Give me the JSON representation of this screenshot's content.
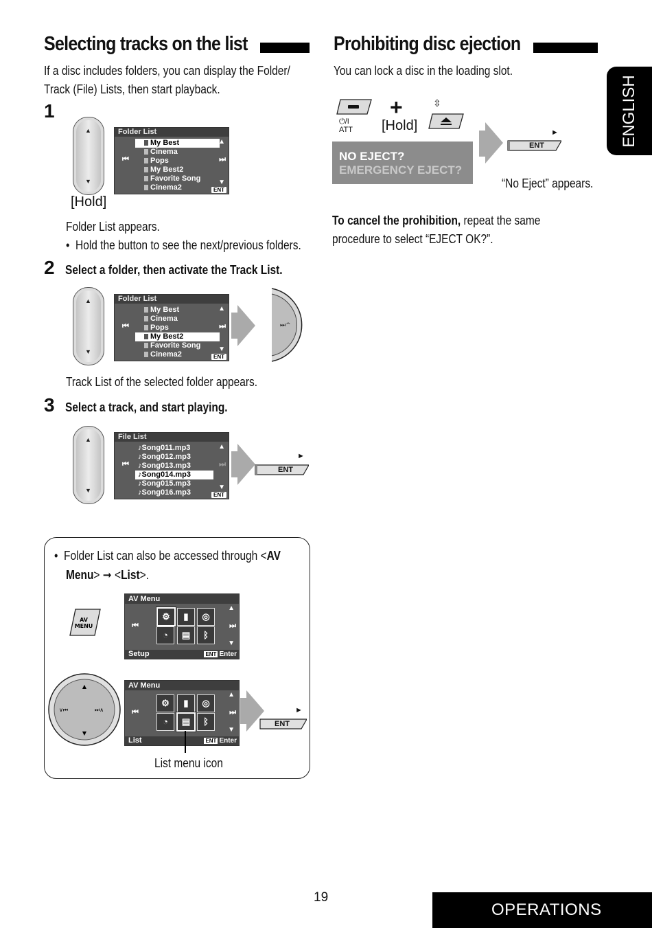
{
  "left": {
    "title": "Selecting tracks on the list",
    "intro_line1": "If a disc includes folders, you can display the Folder/",
    "intro_line2": "Track (File) Lists, then start playback.",
    "step1": {
      "num": "1",
      "hold": "[Hold]",
      "caption": "Folder List appears.",
      "bullet": "Hold the button to see the next/previous folders.",
      "screen": {
        "header": "Folder List",
        "items": [
          "My Best",
          "Cinema",
          "Pops",
          "My Best2",
          "Favorite Song",
          "Cinema2"
        ],
        "ent": "ENT"
      }
    },
    "step2": {
      "num": "2",
      "text": "Select a folder, then activate the Track List.",
      "caption": "Track List of the selected folder appears.",
      "screen": {
        "header": "Folder List",
        "items": [
          "My Best",
          "Cinema",
          "Pops",
          "My Best2",
          "Favorite Song",
          "Cinema2"
        ],
        "ent": "ENT"
      }
    },
    "step3": {
      "num": "3",
      "text": "Select a track, and start playing.",
      "screen": {
        "header": "File List",
        "items": [
          "♪Song011.mp3",
          "♪Song012.mp3",
          "♪Song013.mp3",
          "♪Song014.mp3",
          "♪Song015.mp3",
          "♪Song016.mp3"
        ],
        "ent": "ENT"
      },
      "ent_button": "ENT"
    }
  },
  "note": {
    "line1_pre": "Folder List can also be accessed through <",
    "line1_bold": "AV",
    "line2_bold1": "Menu",
    "line2_mid": "> ",
    "line2_pre2": " <",
    "line2_bold2": "List",
    "line2_post": ">.",
    "av_button": "AV\nMENU",
    "screen1": {
      "header": "AV Menu",
      "footer": "Setup",
      "enter_ent": "ENT",
      "enter": "Enter"
    },
    "screen2": {
      "header": "AV Menu",
      "footer": "List",
      "enter_ent": "ENT",
      "enter": "Enter"
    },
    "ent_button": "ENT",
    "caption": "List menu icon"
  },
  "right": {
    "title": "Prohibiting disc ejection",
    "intro": "You can lock a disc in the loading slot.",
    "att_label": "⏻/I\nATT",
    "plus": "+",
    "hold": "[Hold]",
    "box_line1": "NO EJECT?",
    "box_line2": "EMERGENCY EJECT?",
    "ent_button": "ENT",
    "appears": "“No Eject” appears.",
    "cancel_bold": "To cancel the prohibition,",
    "cancel_rest": " repeat the same",
    "cancel_line2": "procedure to select “EJECT OK?”."
  },
  "side_tab": "ENGLISH",
  "page_number": "19",
  "footer": "OPERATIONS"
}
